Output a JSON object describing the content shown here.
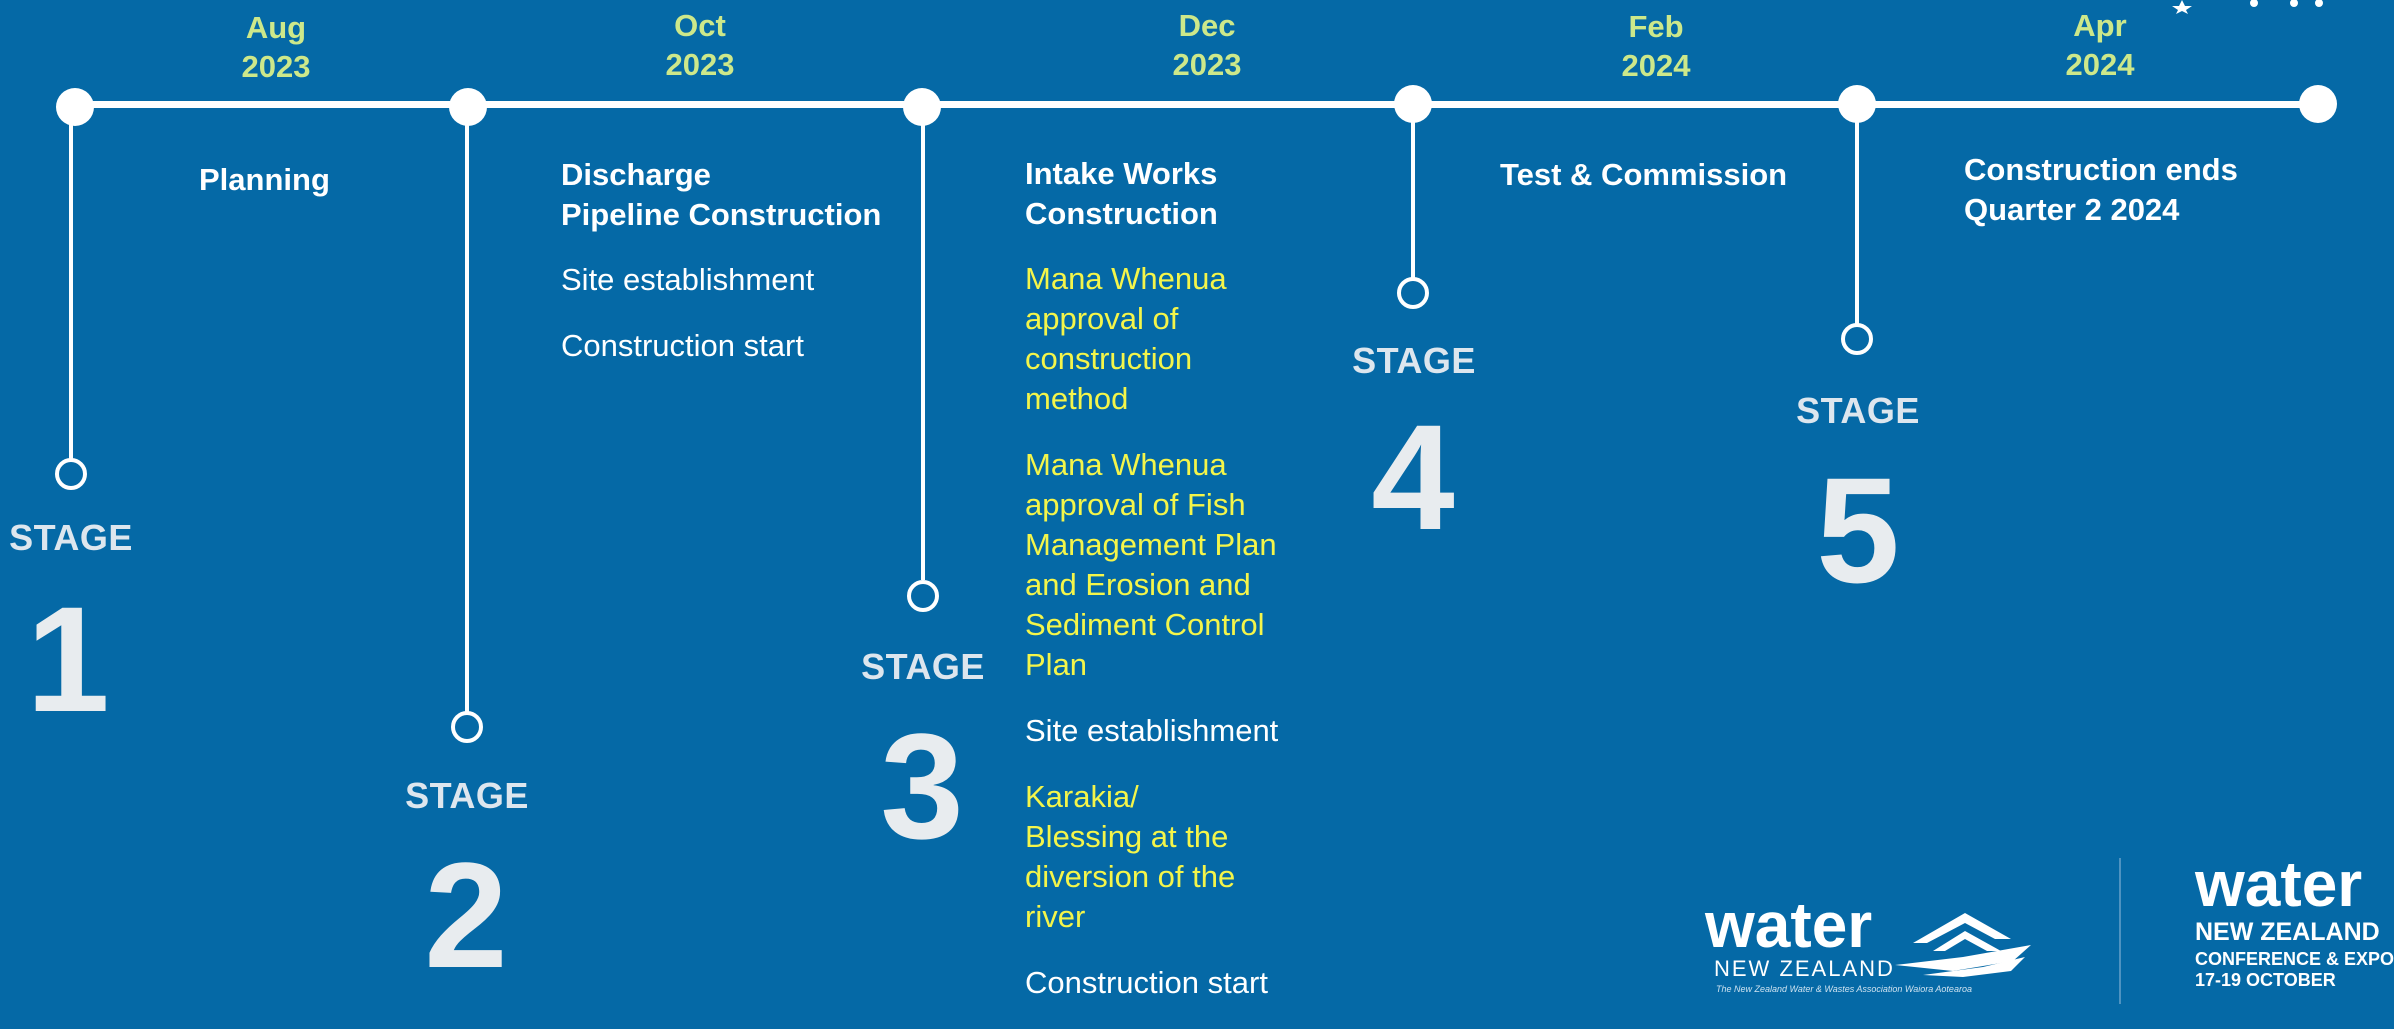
{
  "dates": [
    {
      "month": "Aug",
      "year": "2023"
    },
    {
      "month": "Oct",
      "year": "2023"
    },
    {
      "month": "Dec",
      "year": "2023"
    },
    {
      "month": "Feb",
      "year": "2024"
    },
    {
      "month": "Apr",
      "year": "2024"
    }
  ],
  "stages": [
    {
      "word": "STAGE",
      "number": "1"
    },
    {
      "word": "STAGE",
      "number": "2"
    },
    {
      "word": "STAGE",
      "number": "3"
    },
    {
      "word": "STAGE",
      "number": "4"
    },
    {
      "word": "STAGE",
      "number": "5"
    }
  ],
  "phases": {
    "planning": {
      "title": "Planning"
    },
    "discharge": {
      "title_line1": "Discharge",
      "title_line2": "Pipeline Construction",
      "items": [
        "Site establishment",
        "Construction start"
      ]
    },
    "intake": {
      "title_line1": "Intake Works",
      "title_line2": "Construction",
      "items": [
        {
          "lines": [
            "Mana Whenua",
            "approval of",
            "construction",
            "method"
          ]
        },
        {
          "lines": [
            "Mana Whenua",
            "approval of Fish",
            "Management Plan",
            "and Erosion and",
            "Sediment Control",
            "Plan"
          ]
        },
        {
          "lines": [
            "Site establishment"
          ]
        },
        {
          "lines": [
            "Karakia/",
            "Blessing  at the",
            "diversion of the",
            "river"
          ]
        },
        {
          "lines": [
            "Construction start"
          ]
        }
      ]
    },
    "test": {
      "title": "Test & Commission"
    },
    "end": {
      "title_line1": "Construction  ends",
      "title_line2": "Quarter 2 2024"
    }
  },
  "logo": {
    "word": "water",
    "country": "NEW ZEALAND",
    "tagline": "The New Zealand Water & Wastes Association Waiora Aotearoa"
  },
  "conference_logo": {
    "word": "water",
    "country": "NEW ZEALAND",
    "line": "CONFERENCE & EXPO",
    "dates": "17-19 OCTOBER"
  },
  "colors": {
    "background": "#0569a6",
    "date_text": "#cde88a",
    "highlight_text": "#f4f54a"
  }
}
